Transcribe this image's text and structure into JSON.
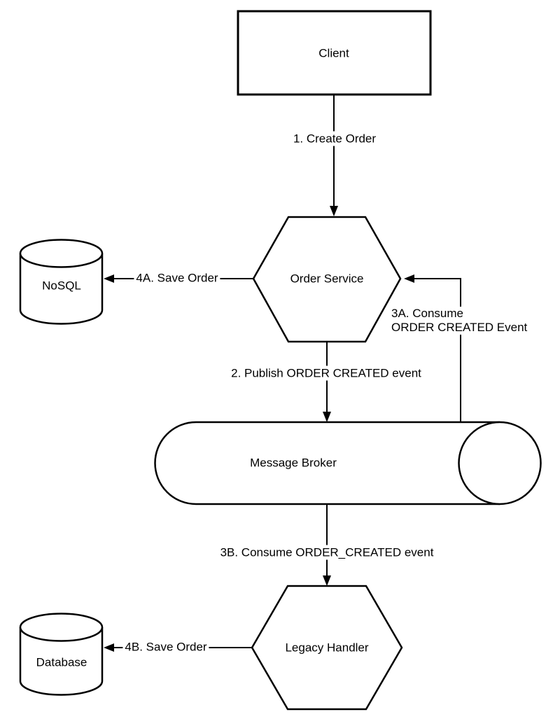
{
  "diagram": {
    "background_color": "#ffffff",
    "stroke_color": "#000000",
    "text_color": "#000000",
    "nodes": {
      "client": {
        "label": "Client",
        "shape": "rectangle"
      },
      "order_service": {
        "label": "Order Service",
        "shape": "hexagon"
      },
      "nosql": {
        "label": "NoSQL",
        "shape": "cylinder"
      },
      "message_broker": {
        "label": "Message Broker",
        "shape": "horizontal-cylinder"
      },
      "legacy_handler": {
        "label": "Legacy Handler",
        "shape": "hexagon"
      },
      "database": {
        "label": "Database",
        "shape": "cylinder"
      }
    },
    "edges": {
      "create_order": {
        "label": "1. Create Order",
        "from": "Client",
        "to": "Order Service"
      },
      "publish_event": {
        "label": "2. Publish ORDER CREATED event",
        "from": "Order Service",
        "to": "Message Broker"
      },
      "consume_event_a": {
        "label_line1": "3A. Consume",
        "label_line2": "ORDER CREATED Event",
        "from": "Message Broker",
        "to": "Order Service"
      },
      "save_order_a": {
        "label": "4A. Save Order",
        "from": "Order Service",
        "to": "NoSQL"
      },
      "consume_event_b": {
        "label": "3B. Consume ORDER_CREATED event",
        "from": "Message Broker",
        "to": "Legacy Handler"
      },
      "save_order_b": {
        "label": "4B. Save Order",
        "from": "Legacy Handler",
        "to": "Database"
      }
    }
  }
}
